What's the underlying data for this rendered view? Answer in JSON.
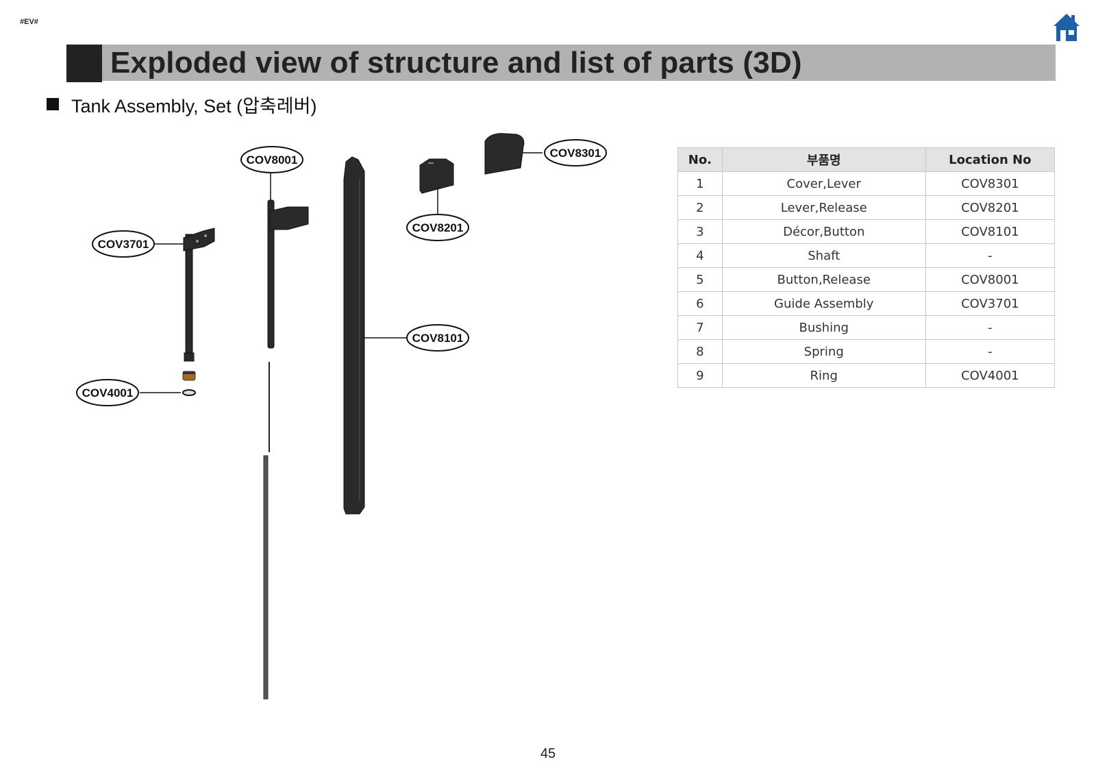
{
  "header_tag": "#EV#",
  "title": "Exploded view of structure and list of parts (3D)",
  "section_title": "Tank Assembly, Set (압축레버)",
  "diagram": {
    "labels": [
      "COV8001",
      "COV8301",
      "COV8201",
      "COV3701",
      "COV8101",
      "COV4001"
    ]
  },
  "table": {
    "headers": [
      "No.",
      "부품명",
      "Location No"
    ],
    "rows": [
      [
        "1",
        "Cover,Lever",
        "COV8301"
      ],
      [
        "2",
        "Lever,Release",
        "COV8201"
      ],
      [
        "3",
        "Décor,Button",
        "COV8101"
      ],
      [
        "4",
        "Shaft",
        "-"
      ],
      [
        "5",
        "Button,Release",
        "COV8001"
      ],
      [
        "6",
        "Guide Assembly",
        "COV3701"
      ],
      [
        "7",
        "Bushing",
        "-"
      ],
      [
        "8",
        "Spring",
        "-"
      ],
      [
        "9",
        "Ring",
        "COV4001"
      ]
    ]
  },
  "page_number": "45",
  "colors": {
    "title_bar": "#b2b2b2",
    "title_block": "#222222",
    "home_icon": "#1f5fa8"
  },
  "icons": {
    "home": "home-icon"
  }
}
